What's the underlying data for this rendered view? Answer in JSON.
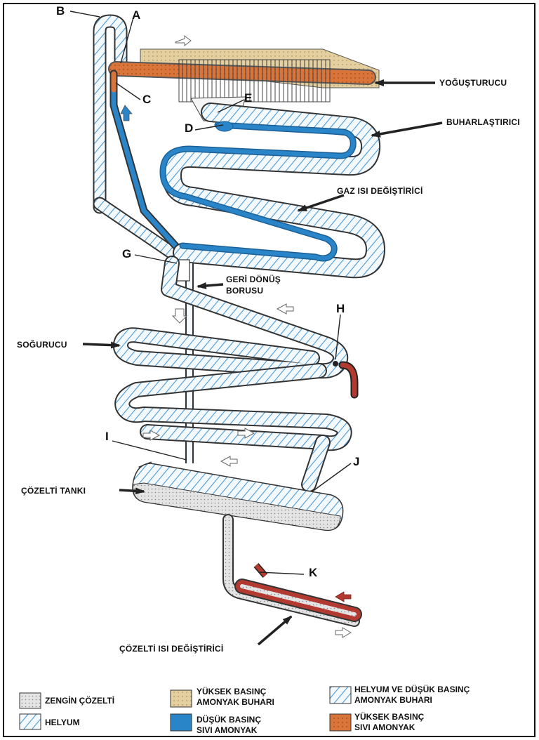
{
  "letters": {
    "a": "A",
    "b": "B",
    "c": "C",
    "d": "D",
    "e": "E",
    "g": "G",
    "h": "H",
    "i": "I",
    "j": "J",
    "k": "K"
  },
  "components": {
    "condenser": "YOĞUŞTURUCU",
    "evaporator": "BUHARLAŞTIRICI",
    "gas_hx": "GAZ ISI DEĞİŞTİRİCİ",
    "return_pipe_1": "GERİ DÖNÜŞ",
    "return_pipe_2": "BORUSU",
    "absorber": "SOĞURUCU",
    "solution_tank": "ÇÖZELTİ TANKI",
    "solution_hx": "ÇÖZELTİ ISI DEĞİŞTİRİCİ"
  },
  "legend": {
    "rich_solution": "ZENGİN ÇÖZELTİ",
    "helium": "HELYUM",
    "hp_vapor_1": "YÜKSEK BASINÇ",
    "hp_vapor_2": "AMONYAK BUHARI",
    "lp_liquid_1": "DÜŞÜK BASINÇ",
    "lp_liquid_2": "SIVI AMONYAK",
    "he_lp_1": "HELYUM VE DÜŞÜK BASINÇ",
    "he_lp_2": "AMONYAK BUHARI",
    "hp_liquid_1": "YÜKSEK BASINÇ",
    "hp_liquid_2": "SIVI AMONYAK"
  },
  "colors": {
    "low_pressure_liquid": "#2a84c8",
    "high_pressure_liquid": "#d9753a",
    "high_pressure_vapor": "#e3cfa0",
    "hot_pipe": "#b23a30",
    "hatch": "#4a9ad6",
    "rich_solution": "#d8d8d8"
  }
}
